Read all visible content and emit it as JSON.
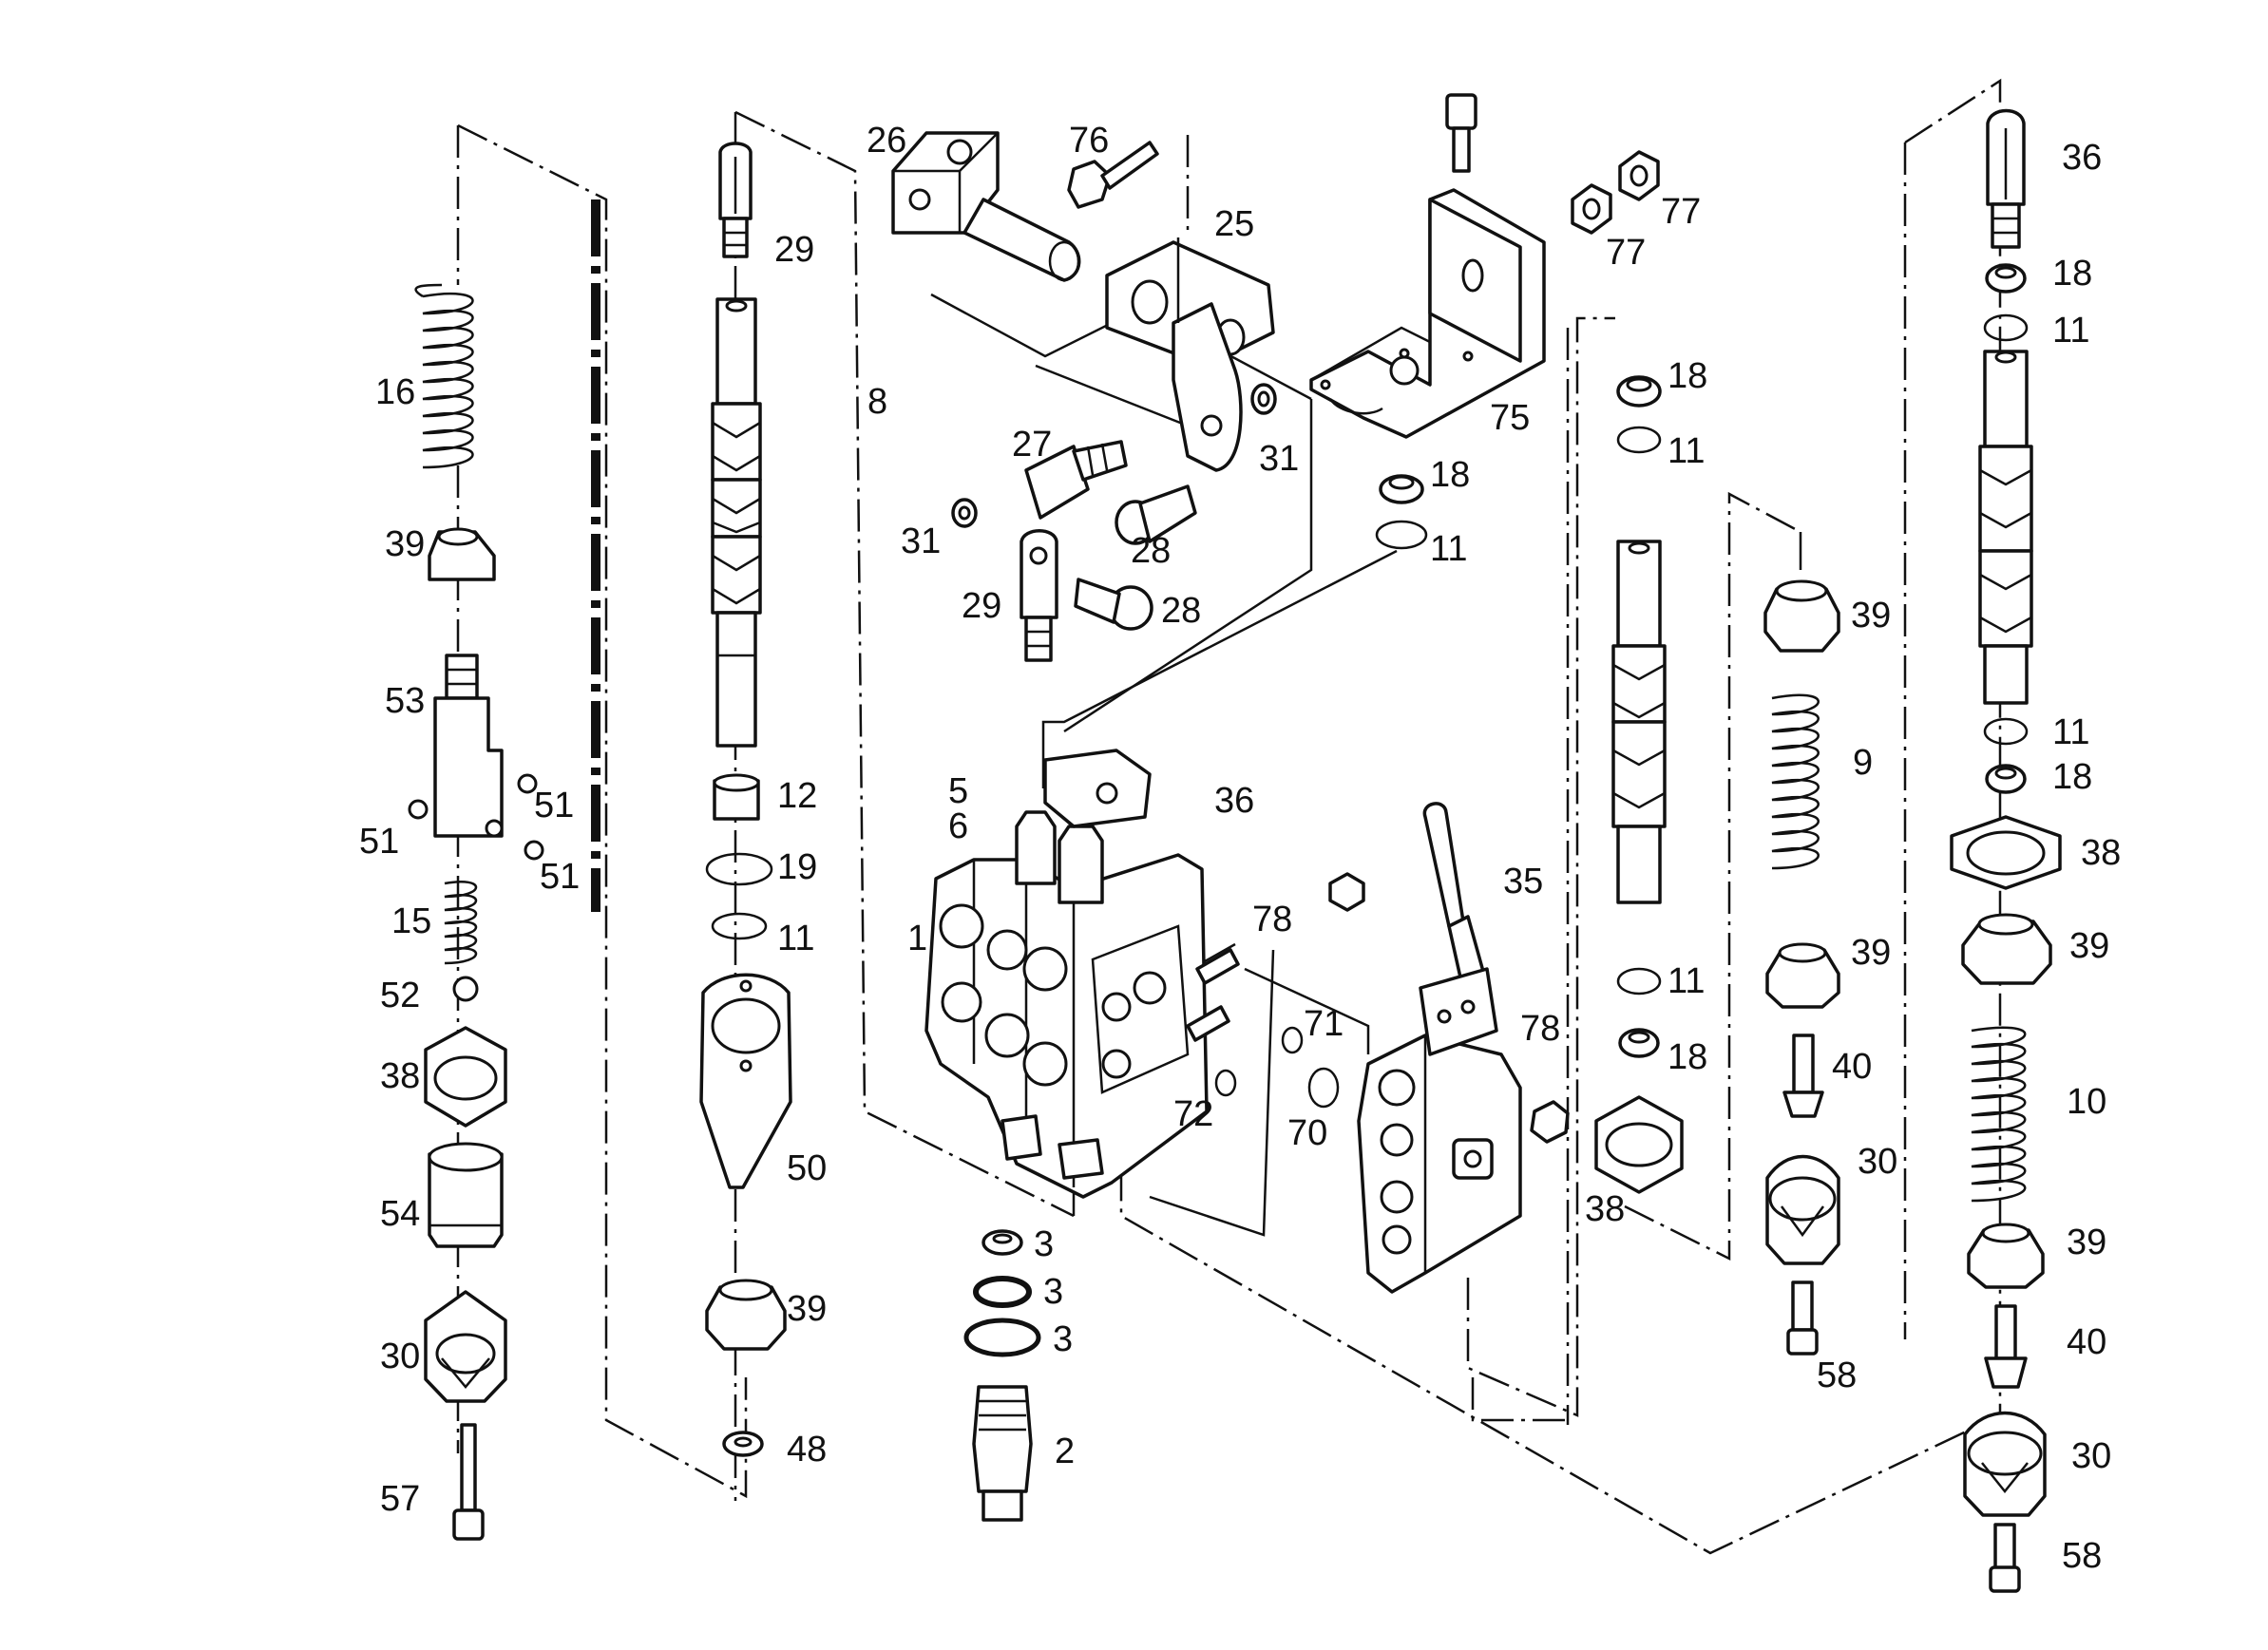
{
  "labels": {
    "l16": "16",
    "l39a": "39",
    "l53": "53",
    "l51a": "51",
    "l51b": "51",
    "l51c": "51",
    "l15": "15",
    "l52": "52",
    "l38a": "38",
    "l54": "54",
    "l30a": "30",
    "l57": "57",
    "l29a": "29",
    "l8": "8",
    "l12": "12",
    "l19": "19",
    "l11a": "11",
    "l50": "50",
    "l39b": "39",
    "l48": "48",
    "l26": "26",
    "l76": "76",
    "l25": "25",
    "l27": "27",
    "l31a": "31",
    "l31b": "31",
    "l28a": "28",
    "l28b": "28",
    "l29b": "29",
    "l18a": "18",
    "l11b": "11",
    "l75": "75",
    "l77a": "77",
    "l77b": "77",
    "l5": "5",
    "l6": "6",
    "l1": "1",
    "l36a": "36",
    "l78a": "78",
    "l71": "71",
    "l72": "72",
    "l70": "70",
    "l3a": "3",
    "l3b": "3",
    "l3c": "3",
    "l2": "2",
    "l35": "35",
    "l78b": "78",
    "l18b": "18",
    "l11c": "11",
    "l11d": "11",
    "l18c": "18",
    "l38b": "38",
    "l39c": "39",
    "l9": "9",
    "l39d": "39",
    "l40a": "40",
    "l30b": "30",
    "l58a": "58",
    "l36b": "36",
    "l18d": "18",
    "l11e": "11",
    "l11f": "11",
    "l18e": "18",
    "l38c": "38",
    "l39e": "39",
    "l10": "10",
    "l39f": "39",
    "l40b": "40",
    "l30c": "30",
    "l58b": "58"
  }
}
